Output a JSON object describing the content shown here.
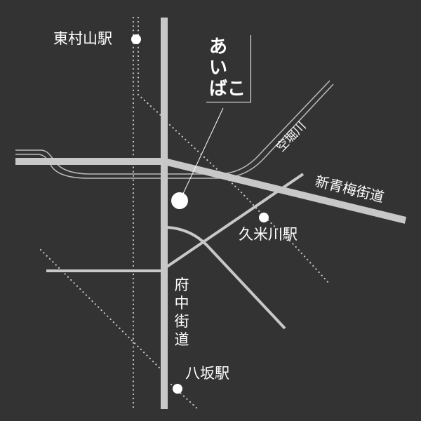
{
  "place": {
    "name_lines": [
      "あ",
      "い",
      "ばこ"
    ]
  },
  "stations": {
    "higashimurayama": "東村山駅",
    "kumegawa": "久米川駅",
    "yasaka": "八坂駅"
  },
  "roads": {
    "shin_oume": "新青梅街道",
    "fuchu": "府中街道"
  },
  "rivers": {
    "karabori": "空堀川"
  },
  "colors": {
    "background": "#333333",
    "road": "#c8c8c8",
    "text": "#ffffff",
    "rail_dots": "#c8c8c8"
  }
}
